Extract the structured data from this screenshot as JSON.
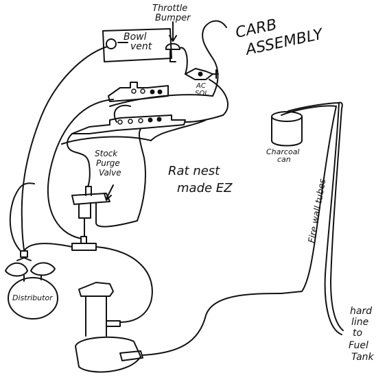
{
  "labels": {
    "throttle_bumper_1": "Throttle",
    "throttle_bumper_2": "Bumper",
    "bowl_vent_1": "Bowl",
    "bowl_vent_2": "vent",
    "carb_assembly_1": "CARB",
    "carb_assembly_2": "ASSEMBLY",
    "ac_sol_1": "AC",
    "ac_sol_2": "SOL",
    "charcoal_can_1": "Charcoal",
    "charcoal_can_2": "can",
    "stock_purge_valve_1": "Stock",
    "stock_purge_valve_2": "Purge",
    "stock_purge_valve_3": "Valve",
    "rat_nest_1": "Rat nest",
    "rat_nest_2": "made EZ",
    "firewall_tubes": "Fire wall tubes",
    "distributor": "Distributor",
    "hard_line_1": "hard",
    "hard_line_2": "line",
    "hard_line_3": "to",
    "hard_line_4": "Fuel",
    "hard_line_5": "Tank"
  }
}
